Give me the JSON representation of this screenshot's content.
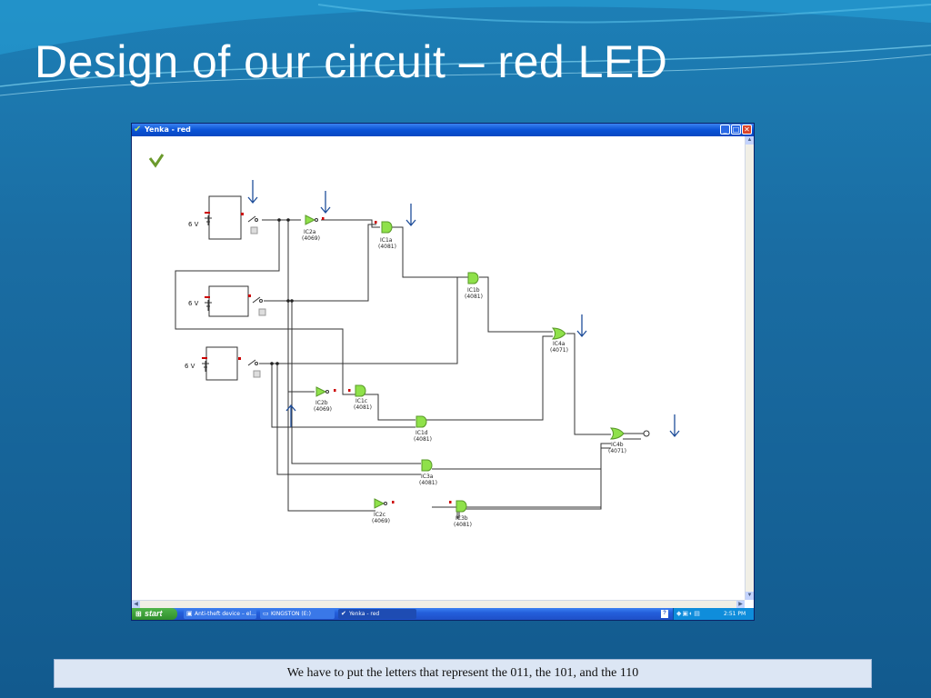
{
  "slide": {
    "title": "Design of our circuit – red LED",
    "caption": "We have to put the letters that represent the 011, the 101, and the 110"
  },
  "window": {
    "title": "Yenka - red",
    "buttons": {
      "minimize": "_",
      "maximize": "□",
      "close": "✕"
    }
  },
  "circuit": {
    "batteries": [
      {
        "label": "6 V"
      },
      {
        "label": "6 V"
      },
      {
        "label": "6 V"
      }
    ],
    "gates": [
      {
        "name": "IC2a",
        "chip": "(4069)"
      },
      {
        "name": "IC1a",
        "chip": "(4081)"
      },
      {
        "name": "IC1b",
        "chip": "(4081)"
      },
      {
        "name": "IC4a",
        "chip": "(4071)"
      },
      {
        "name": "IC2b",
        "chip": "(4069)"
      },
      {
        "name": "IC1c",
        "chip": "(4081)"
      },
      {
        "name": "IC1d",
        "chip": "(4081)"
      },
      {
        "name": "IC4b",
        "chip": "(4071)"
      },
      {
        "name": "IC3a",
        "chip": "(4081)"
      },
      {
        "name": "IC2c",
        "chip": "(4069)"
      },
      {
        "name": "IC3b",
        "chip": "(4081)"
      }
    ]
  },
  "taskbar": {
    "start": "start",
    "items": [
      {
        "label": "Anti-theft device – el..."
      },
      {
        "label": "KINGSTON (E:)"
      },
      {
        "label": "Yenka - red"
      }
    ],
    "help": "?",
    "clock": "2:51 PM"
  },
  "colors": {
    "background": "#1a6da3",
    "gate_fill": "#8fe14a",
    "arrow": "#1f4e9a",
    "wire": "#222222"
  }
}
